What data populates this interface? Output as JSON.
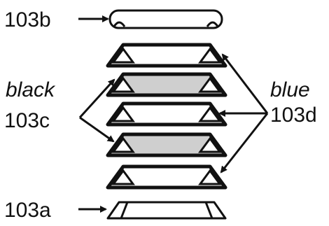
{
  "labels": {
    "ref_top": "103b",
    "ref_bottom": "103a",
    "ref_left": "103c",
    "ref_right": "103d",
    "word_left": "black",
    "word_right": "blue"
  },
  "colors": {
    "stroke": "#111111",
    "shaded_fill": "#cfcfcf",
    "plain_fill": "#ffffff"
  },
  "layers": [
    {
      "ref": "103b",
      "shaded": false,
      "style": "rounded-cap"
    },
    {
      "ref": "",
      "shaded": false,
      "style": "thick-trapezoid"
    },
    {
      "ref": "",
      "shaded": true,
      "style": "thick-trapezoid"
    },
    {
      "ref": "",
      "shaded": false,
      "style": "thick-trapezoid"
    },
    {
      "ref": "",
      "shaded": true,
      "style": "thick-trapezoid"
    },
    {
      "ref": "",
      "shaded": false,
      "style": "thick-trapezoid"
    },
    {
      "ref": "103a",
      "shaded": false,
      "style": "thin-trapezoid"
    }
  ]
}
